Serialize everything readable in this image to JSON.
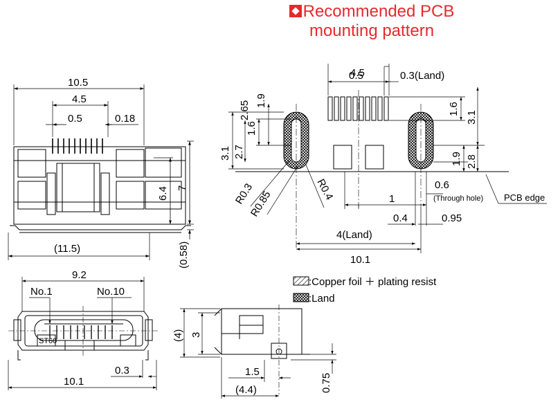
{
  "title": {
    "line1": "Recommended PCB",
    "line2": "mounting pattern",
    "accent_color": "#e8282d",
    "marker_icon": "diamond-in-square-icon"
  },
  "front_view": {
    "dims": {
      "width": "10.5",
      "pitch_span": "4.5",
      "pitch": "0.5",
      "pin_width": "0.18",
      "overall_width": "(11.5)",
      "height_inner": "6.4",
      "height": "7",
      "offset": "(0.58)"
    }
  },
  "pcb_pattern": {
    "dims": {
      "span": "4.5",
      "pitch": "0.5",
      "land_width": "0.3(Land)",
      "d_265": "2.65",
      "d_19a": "1.9",
      "d_16a": "1.6",
      "d_27": "2.7",
      "d_31a": "3.1",
      "d_16b": "1.6",
      "d_31b": "3.1",
      "d_19b": "1.9",
      "d_28": "2.8",
      "r03": "R0.3",
      "r085": "R0.85",
      "r04": "R0.4",
      "hole": "0.6",
      "hole_note": "(Through hole)",
      "edge_label": "PCB edge",
      "d_1": "1",
      "d_04": "0.4",
      "d_095": "0.95",
      "land4": "4(Land)",
      "overall": "10.1"
    },
    "legend": [
      {
        "swatch": "hatched",
        "label": ":Copper foil ＋ plating resist"
      },
      {
        "swatch": "cross-hatched",
        "label": ":Land"
      }
    ]
  },
  "bottom_view": {
    "dims": {
      "width": "9.2",
      "pin1": "No.1",
      "pin10": "No.10",
      "marking": "ST60",
      "d_03": "0.3",
      "overall": "10.1"
    }
  },
  "side_view": {
    "dims": {
      "h4": "(4)",
      "h3": "3",
      "d_15": "1.5",
      "d_44": "(4.4)",
      "d_075": "0.75"
    }
  }
}
